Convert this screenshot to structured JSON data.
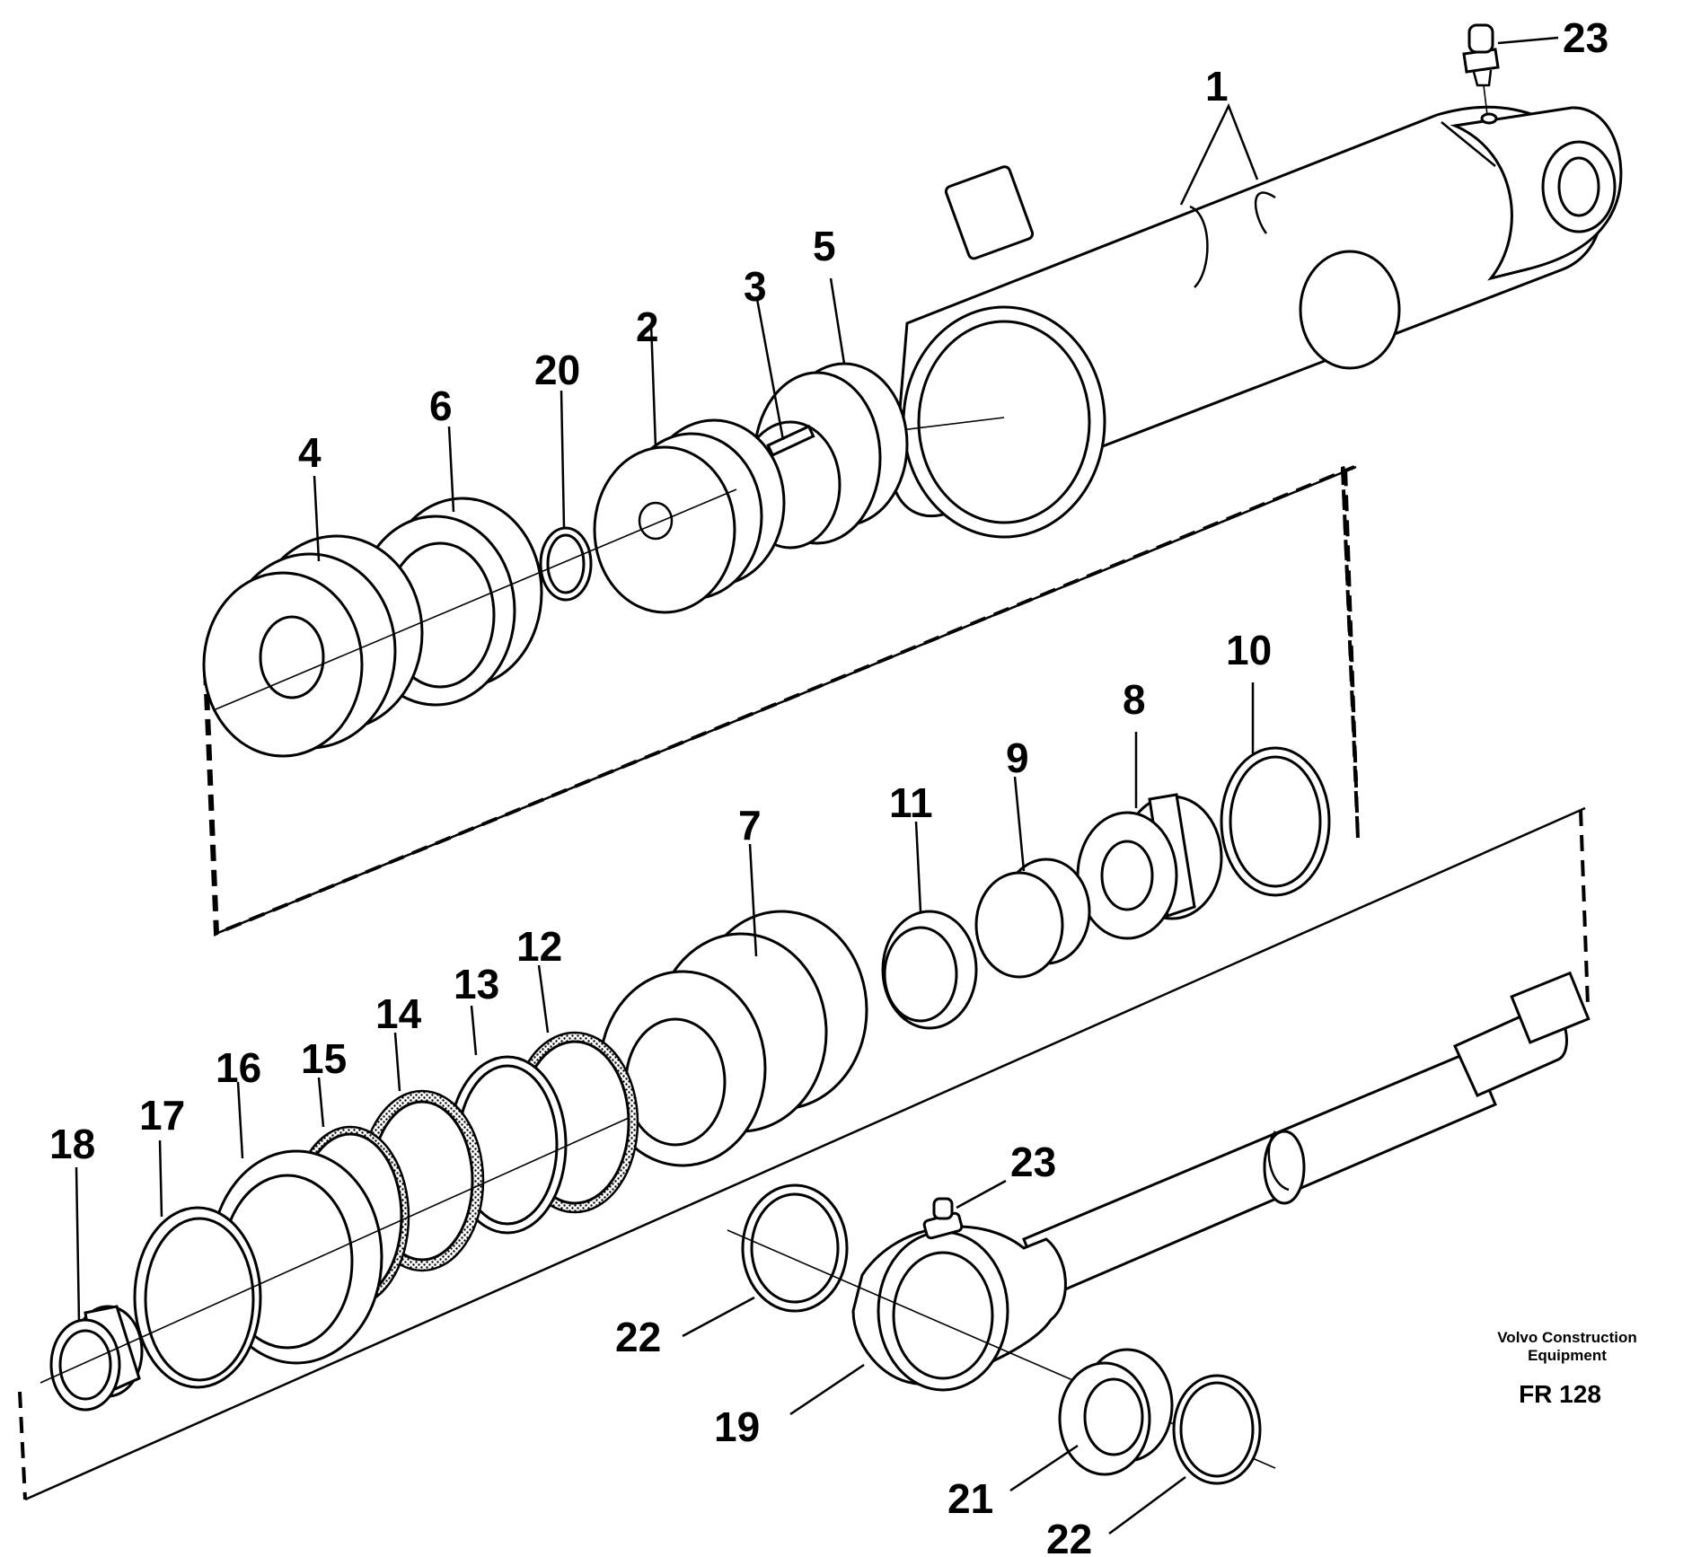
{
  "callouts": {
    "c1": "1",
    "c2": "2",
    "c3": "3",
    "c4": "4",
    "c5": "5",
    "c6": "6",
    "c7": "7",
    "c8": "8",
    "c9": "9",
    "c10": "10",
    "c11": "11",
    "c12": "12",
    "c13": "13",
    "c14": "14",
    "c15": "15",
    "c16": "16",
    "c17": "17",
    "c18": "18",
    "c19": "19",
    "c20": "20",
    "c21": "21",
    "c22a": "22",
    "c22b": "22",
    "c23a": "23",
    "c23b": "23"
  },
  "brand": {
    "line1": "Volvo Construction",
    "line2": "Equipment",
    "code": "FR 128"
  }
}
